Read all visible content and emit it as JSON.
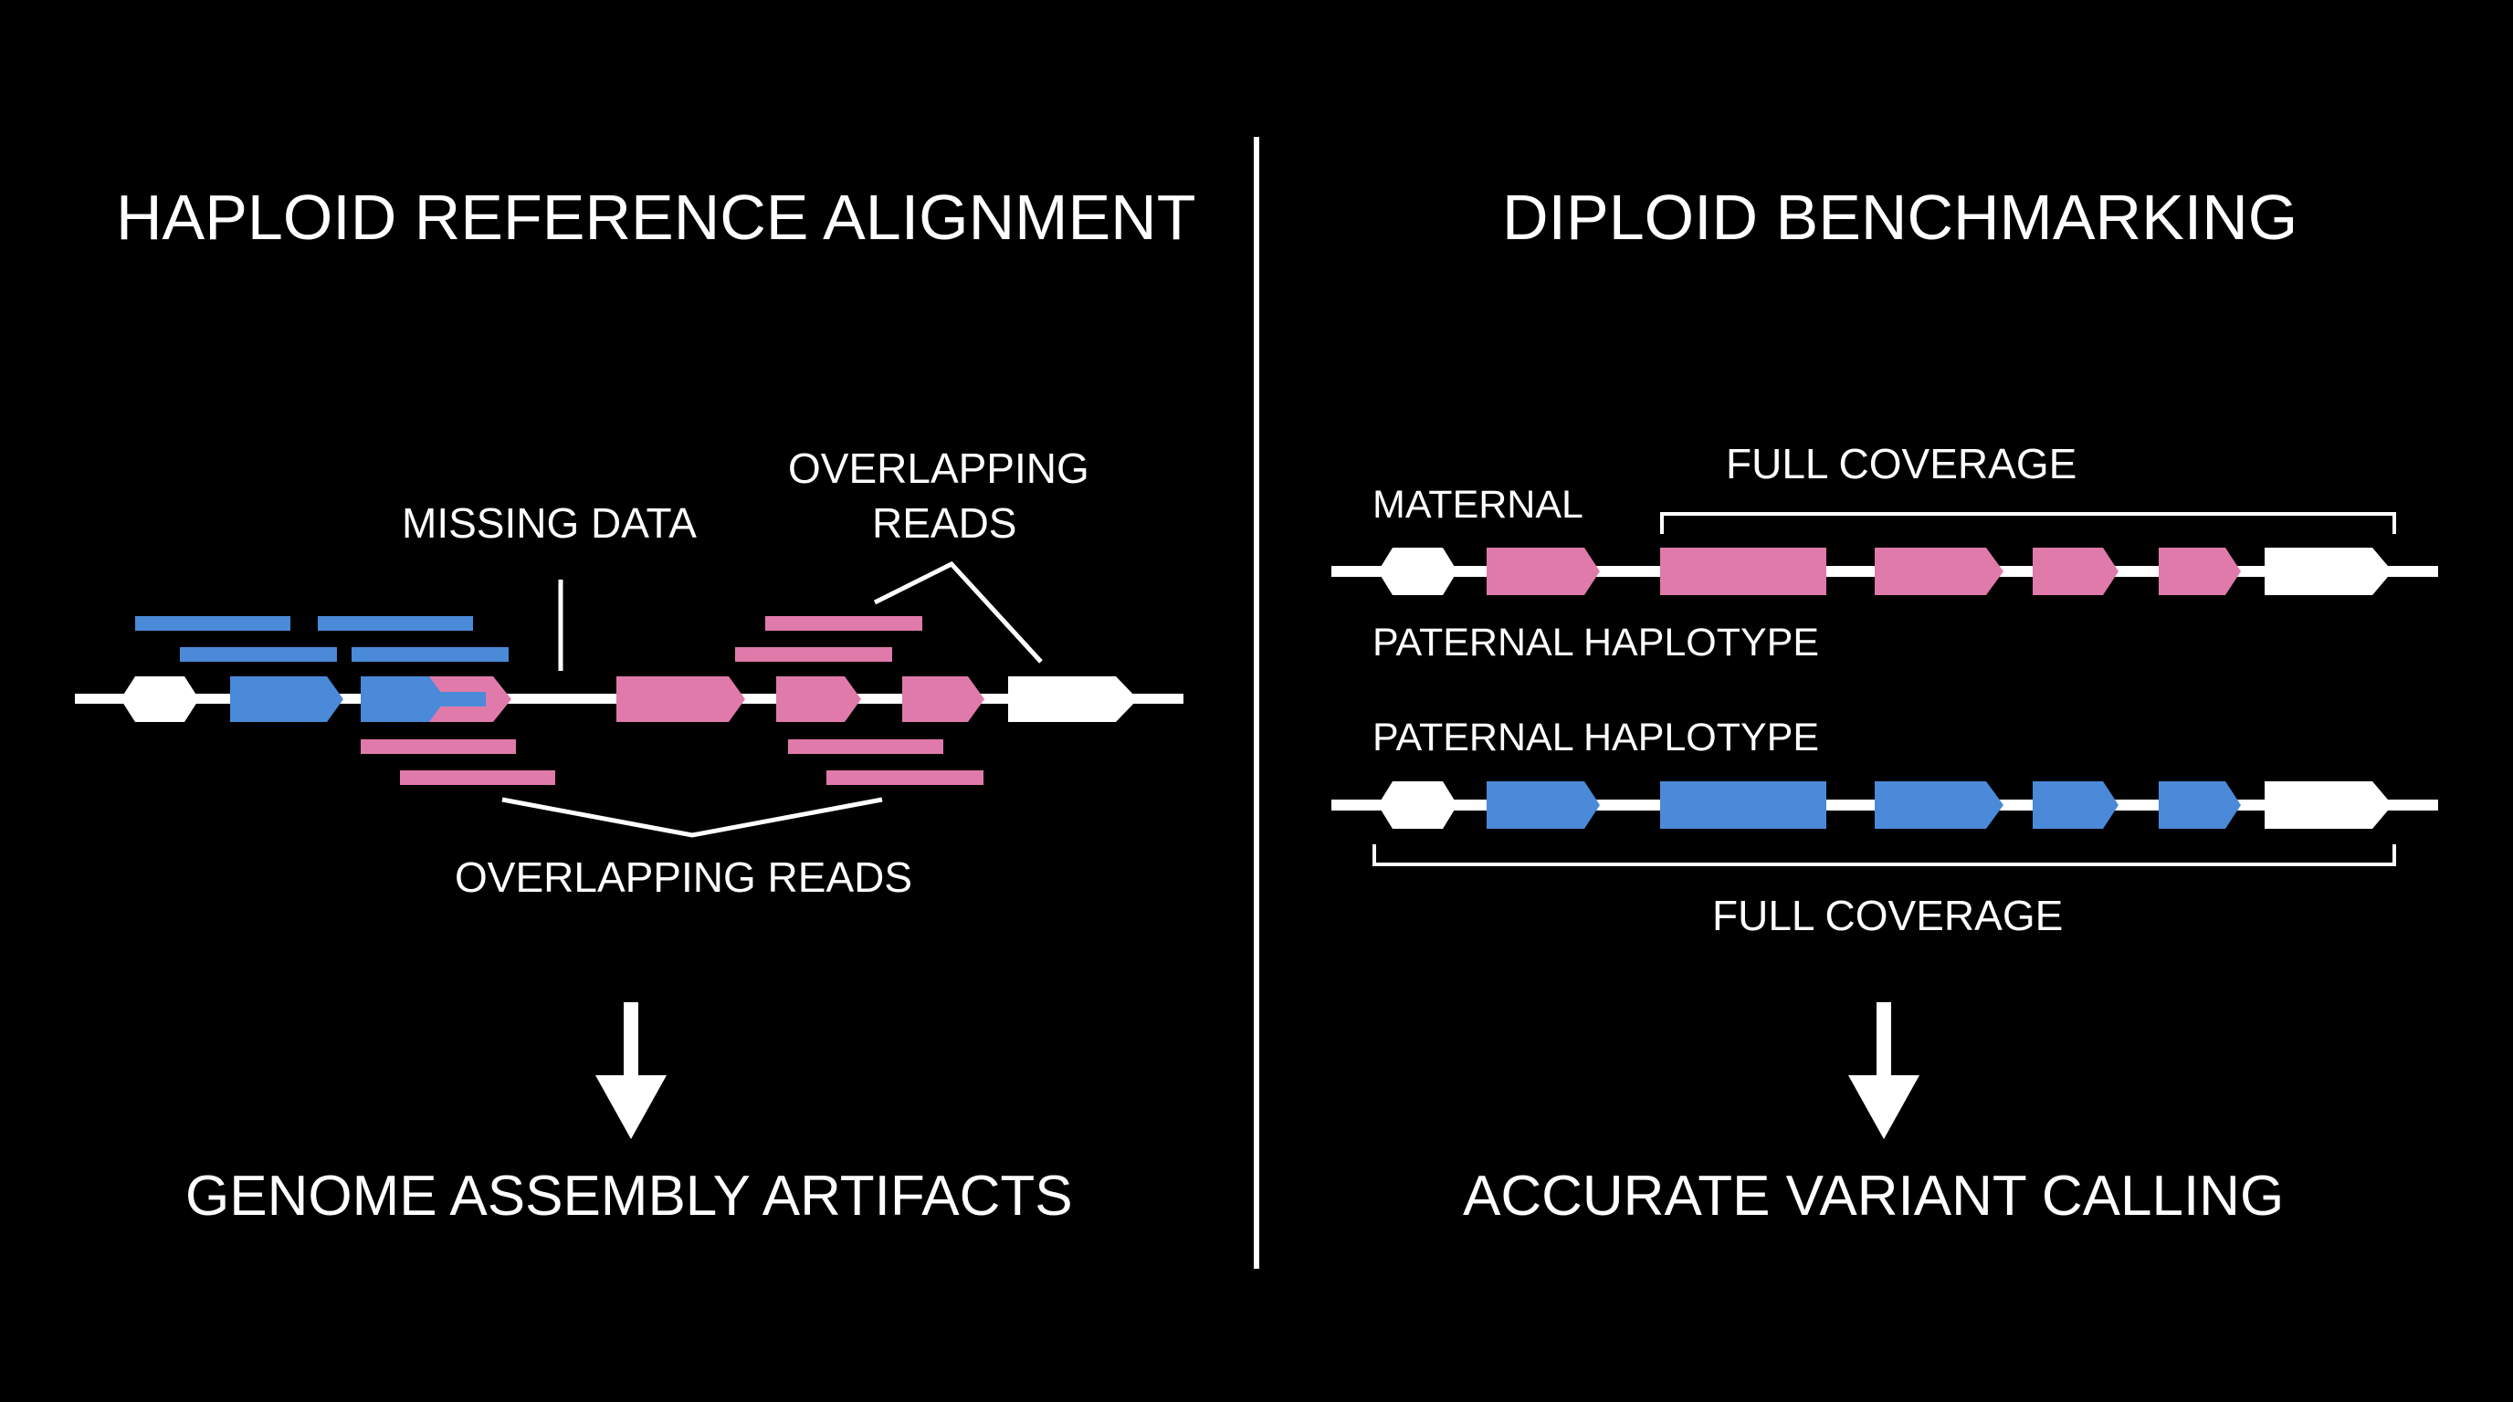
{
  "left": {
    "title": "HAPLOID REFERENCE ALIGNMENT",
    "missing_data_label": "MISSING DATA",
    "overlapping_reads_top_line1": "OVERLAPPING",
    "overlapping_reads_top_line2": "READS",
    "overlapping_reads_bottom": "OVERLAPPING READS",
    "result": "GENOME ASSEMBLY ARTIFACTS"
  },
  "right": {
    "title": "DIPLOID BENCHMARKING",
    "maternal_label": "MATERNAL",
    "full_coverage_top": "FULL COVERAGE",
    "paternal_label_upper": "PATERNAL HAPLOTYPE",
    "paternal_label_lower": "PATERNAL HAPLOTYPE",
    "full_coverage_bottom": "FULL COVERAGE",
    "result": "ACCURATE VARIANT CALLING"
  },
  "colors": {
    "background": "#000000",
    "foreground": "#ffffff",
    "maternal_pink": "#e07aaa",
    "paternal_blue": "#4a8ad8"
  }
}
